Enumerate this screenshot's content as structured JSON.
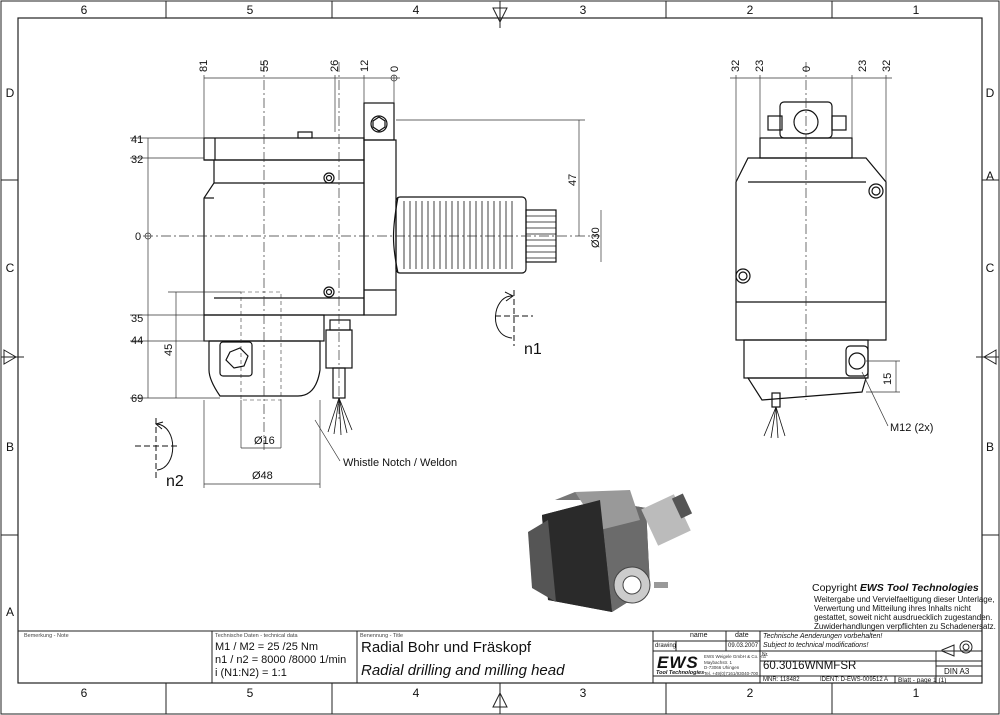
{
  "frame": {
    "cols": [
      "6",
      "5",
      "4",
      "3",
      "2",
      "1"
    ],
    "rows": [
      "D",
      "C",
      "B",
      "A"
    ]
  },
  "front_view": {
    "dims_top": [
      "81",
      "55",
      "26",
      "12",
      "0"
    ],
    "dims_left": [
      "41",
      "32",
      "0",
      "35",
      "44",
      "45",
      "69"
    ],
    "dim_47": "47",
    "dim_d30": "Ø30",
    "dim_d16": "Ø16",
    "dim_d48": "Ø48",
    "n1": "n1",
    "n2": "n2",
    "callout": "Whistle Notch / Weldon"
  },
  "side_view": {
    "dims_top": [
      "32",
      "23",
      "0",
      "23",
      "32"
    ],
    "dim_15": "15",
    "callout": "M12 (2x)"
  },
  "copyright": {
    "title_prefix": "Copyright ",
    "brand": "EWS Tool Technologies",
    "lines": [
      "Weitergabe und Vervielfaeltigung dieser Unterlage,",
      "Verwertung und Mitteilung ihres Inhalts nicht",
      "gestattet, soweit nicht ausdruecklich zugestanden.",
      "Zuwiderhandlungen verpflichten zu Schadenersatz."
    ]
  },
  "title_block": {
    "remark_label": "Bemerkung - Note",
    "tech_label": "Technische Daten - technical data",
    "tech_lines": [
      "M1 / M2 = 25  /25  Nm",
      "n1 / n2 = 8000 /8000  1/min",
      "i  (N1:N2)  = 1:1"
    ],
    "name_label": "Benennung - Title",
    "title_de": "Radial Bohr und Fräskopf",
    "title_en": "Radial drilling and milling head",
    "col_name": "name",
    "col_date": "date",
    "row_drawing": "drawing",
    "drawing_date": "09.03.2007",
    "logo": "EWS",
    "logo_sub": "Tool Technologies",
    "company_lines": [
      "EWS Weigele GmbH & Co. KG",
      "Maybachstr. 1",
      "D-73066 Uhingen",
      "Tel. +49(0)7161/93040-700"
    ],
    "change_de": "Technische Aenderungen vorbehalten!",
    "change_en": "Subject to technical modifications!",
    "nr_label": "Nr.",
    "part_no": "60.3016WNMFSR",
    "mnr": "MNR: 118482",
    "ident": "IDENT: D-EWS-009512  A",
    "sheet": "Blatt - page  1 (1)",
    "format": "DIN A3"
  }
}
